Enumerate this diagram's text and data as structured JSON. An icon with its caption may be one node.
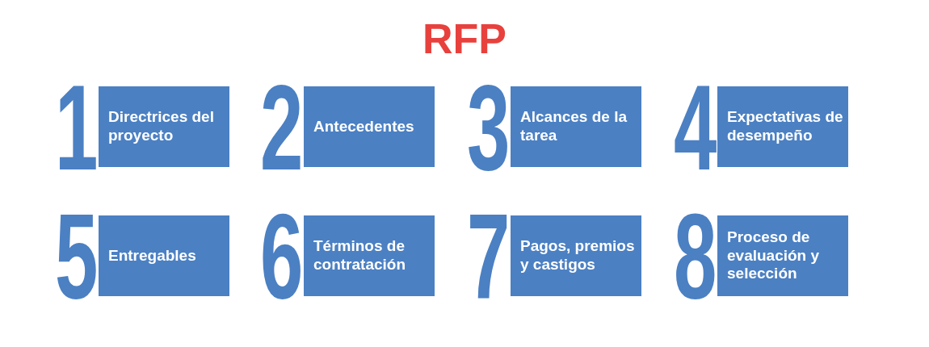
{
  "diagram": {
    "title": "RFP",
    "nodes": [
      {
        "text": [
          "1",
          "Directrices del proyecto"
        ]
      },
      {
        "text": [
          "2",
          "Antecedentes"
        ]
      },
      {
        "text": [
          "3",
          "Alcances de la tarea"
        ]
      },
      {
        "text": [
          "4",
          "Expectativas de desempeño"
        ]
      },
      {
        "text": [
          "5",
          "Entregables"
        ]
      },
      {
        "text": [
          "6",
          "Términos de contratación"
        ]
      },
      {
        "text": [
          "7",
          "Pagos, premios y castigos"
        ]
      },
      {
        "text": [
          "8",
          "Proceso de evaluación y selección"
        ]
      }
    ]
  }
}
